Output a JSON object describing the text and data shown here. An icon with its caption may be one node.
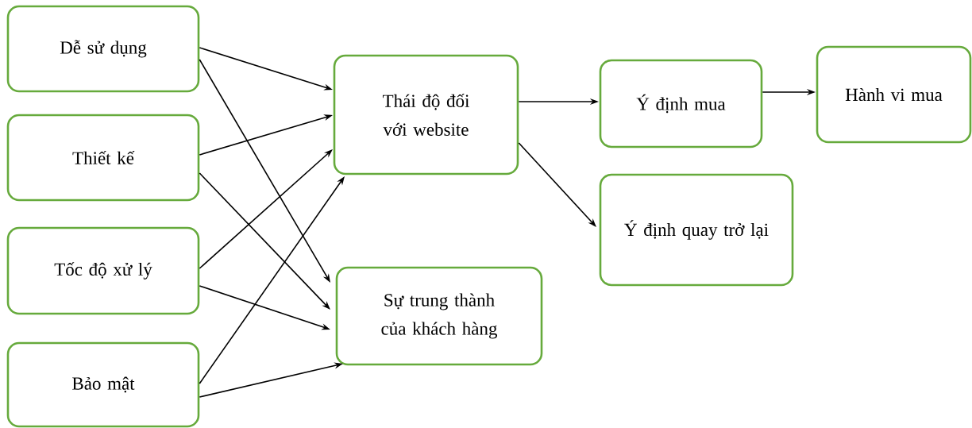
{
  "diagram": {
    "nodes": [
      {
        "text": [
          "Dễ sử dụng"
        ]
      },
      {
        "text": [
          "Thiết kế"
        ]
      },
      {
        "text": [
          "Tốc độ xử lý"
        ]
      },
      {
        "text": [
          "Bảo mật"
        ]
      },
      {
        "text": [
          "Thái độ đối với website"
        ]
      },
      {
        "text": [
          "Sự trung thành của khách hàng"
        ]
      },
      {
        "text": [
          "Ý định mua"
        ]
      },
      {
        "text": [
          "Hành vi mua"
        ]
      },
      {
        "text": [
          "Ý định quay trở lại"
        ]
      }
    ],
    "edges": [
      {
        "from": 0,
        "to": 4,
        "arrow": "to"
      },
      {
        "from": 0,
        "to": 5,
        "arrow": "to"
      },
      {
        "from": 1,
        "to": 4,
        "arrow": "to"
      },
      {
        "from": 1,
        "to": 5,
        "arrow": "to"
      },
      {
        "from": 2,
        "to": 4,
        "arrow": "to"
      },
      {
        "from": 2,
        "to": 5,
        "arrow": "to"
      },
      {
        "from": 3,
        "to": 4,
        "arrow": "to"
      },
      {
        "from": 3,
        "to": 5,
        "arrow": "to"
      },
      {
        "from": 4,
        "to": 6,
        "arrow": "to"
      },
      {
        "from": 4,
        "to": 8,
        "arrow": "to"
      },
      {
        "from": 6,
        "to": 7,
        "arrow": "to"
      }
    ]
  }
}
